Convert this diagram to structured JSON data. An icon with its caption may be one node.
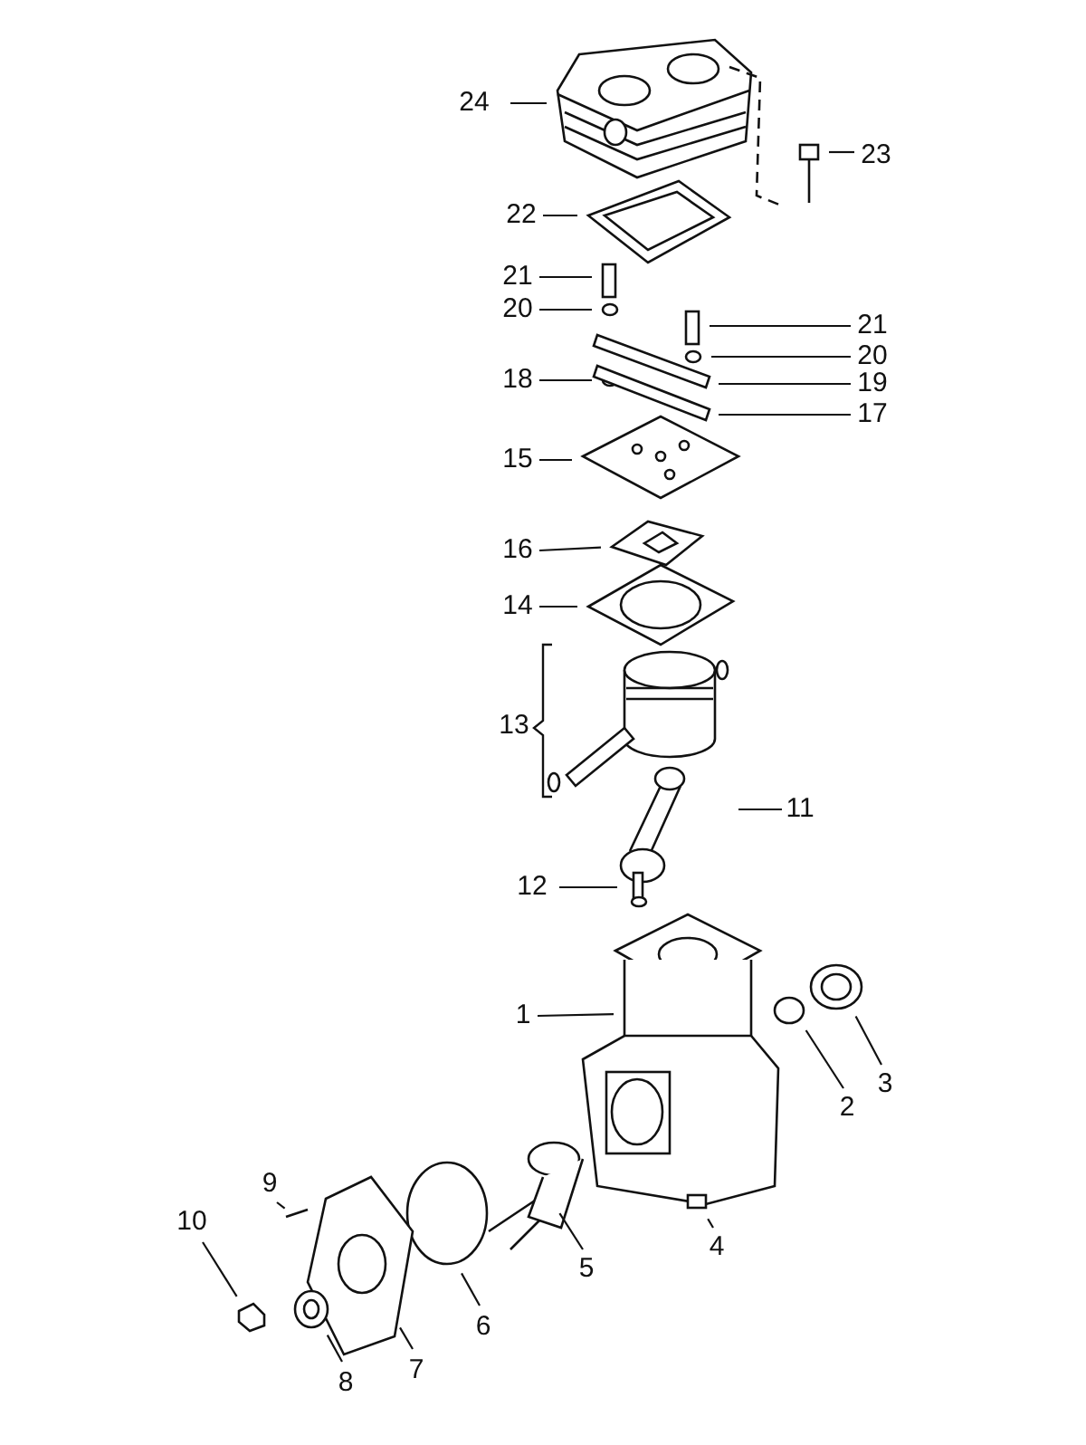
{
  "diagram": {
    "nodes": [
      {
        "text": [
          "24"
        ]
      },
      {
        "text": [
          "23"
        ]
      },
      {
        "text": [
          "22"
        ]
      },
      {
        "text": [
          "21"
        ]
      },
      {
        "text": [
          "20"
        ]
      },
      {
        "text": [
          "21"
        ]
      },
      {
        "text": [
          "20"
        ]
      },
      {
        "text": [
          "18"
        ]
      },
      {
        "text": [
          "19"
        ]
      },
      {
        "text": [
          "17"
        ]
      },
      {
        "text": [
          "15"
        ]
      },
      {
        "text": [
          "16"
        ]
      },
      {
        "text": [
          "14"
        ]
      },
      {
        "text": [
          "11"
        ]
      },
      {
        "text": [
          "12"
        ]
      },
      {
        "text": [
          "1"
        ]
      },
      {
        "text": [
          "2"
        ]
      },
      {
        "text": [
          "3"
        ]
      },
      {
        "text": [
          "9"
        ]
      },
      {
        "text": [
          "5"
        ]
      },
      {
        "text": [
          "4"
        ]
      },
      {
        "text": [
          "10"
        ]
      },
      {
        "text": [
          "6"
        ]
      },
      {
        "text": [
          "7"
        ]
      },
      {
        "text": [
          "8"
        ]
      }
    ],
    "edges": [
      {
        "from": 0,
        "to": null,
        "arrow": "none"
      },
      {
        "from": 1,
        "to": null,
        "arrow": "none"
      },
      {
        "from": 2,
        "to": null,
        "arrow": "none"
      },
      {
        "from": 3,
        "to": null,
        "arrow": "none"
      },
      {
        "from": 4,
        "to": null,
        "arrow": "none"
      },
      {
        "from": 5,
        "to": null,
        "arrow": "none"
      },
      {
        "from": 6,
        "to": null,
        "arrow": "none"
      },
      {
        "from": 7,
        "to": null,
        "arrow": "none"
      },
      {
        "from": 8,
        "to": null,
        "arrow": "none"
      },
      {
        "from": 9,
        "to": null,
        "arrow": "none"
      },
      {
        "from": 10,
        "to": null,
        "arrow": "none"
      },
      {
        "from": 11,
        "to": null,
        "arrow": "none"
      },
      {
        "from": 12,
        "to": null,
        "arrow": "none"
      },
      {
        "from": 13,
        "to": null,
        "arrow": "none"
      },
      {
        "from": 14,
        "to": null,
        "arrow": "none"
      },
      {
        "from": 15,
        "to": null,
        "arrow": "none"
      },
      {
        "from": 16,
        "to": null,
        "arrow": "none"
      },
      {
        "from": 17,
        "to": null,
        "arrow": "none"
      },
      {
        "from": 18,
        "to": null,
        "arrow": "none"
      },
      {
        "from": 19,
        "to": null,
        "arrow": "none"
      },
      {
        "from": 20,
        "to": null,
        "arrow": "none"
      },
      {
        "from": 21,
        "to": null,
        "arrow": "none"
      },
      {
        "from": 22,
        "to": null,
        "arrow": "none"
      },
      {
        "from": 23,
        "to": null,
        "arrow": "none"
      },
      {
        "from": 24,
        "to": null,
        "arrow": "none"
      }
    ],
    "labels": [
      "13"
    ]
  }
}
